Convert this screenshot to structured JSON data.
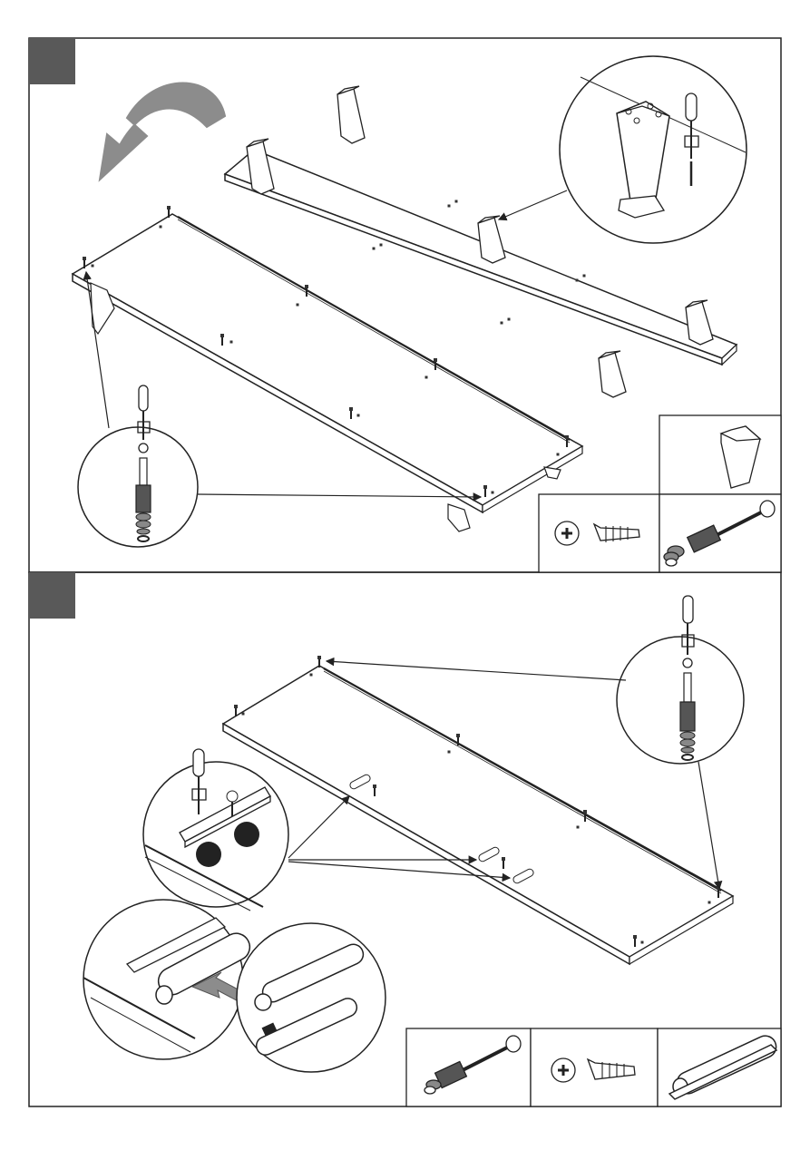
{
  "steps": [
    {
      "number": "",
      "action": "flip-panel",
      "parts": [
        "leg-bracket",
        "wood-screw",
        "cam-bolt-anchor"
      ]
    },
    {
      "number": "",
      "action": "attach-push-latch",
      "parts": [
        "cam-bolt-anchor",
        "wood-screw",
        "push-latch"
      ]
    }
  ],
  "colors": {
    "frame": "#222222",
    "badge": "#595959",
    "arrow": "#8c8c8c",
    "line": "#333333"
  }
}
